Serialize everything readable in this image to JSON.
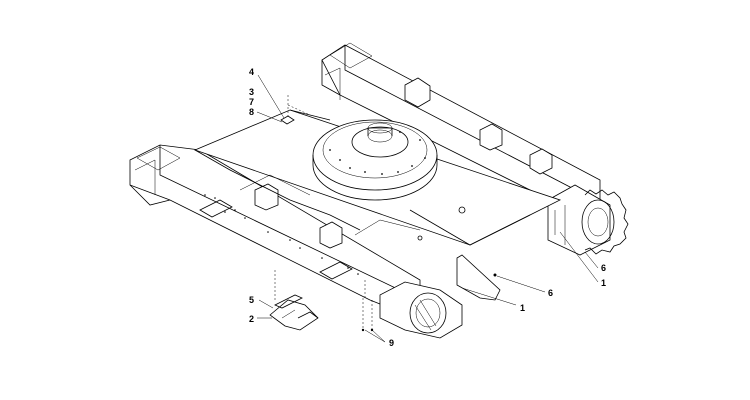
{
  "diagram": {
    "callouts": [
      {
        "id": "c4",
        "label": "4"
      },
      {
        "id": "c3",
        "label": "3"
      },
      {
        "id": "c7",
        "label": "7"
      },
      {
        "id": "c8",
        "label": "8"
      },
      {
        "id": "c5",
        "label": "5"
      },
      {
        "id": "c2",
        "label": "2"
      },
      {
        "id": "c9",
        "label": "9"
      },
      {
        "id": "c1a",
        "label": "1"
      },
      {
        "id": "c6a",
        "label": "6"
      },
      {
        "id": "c6b",
        "label": "6"
      },
      {
        "id": "c1b",
        "label": "1"
      }
    ]
  }
}
